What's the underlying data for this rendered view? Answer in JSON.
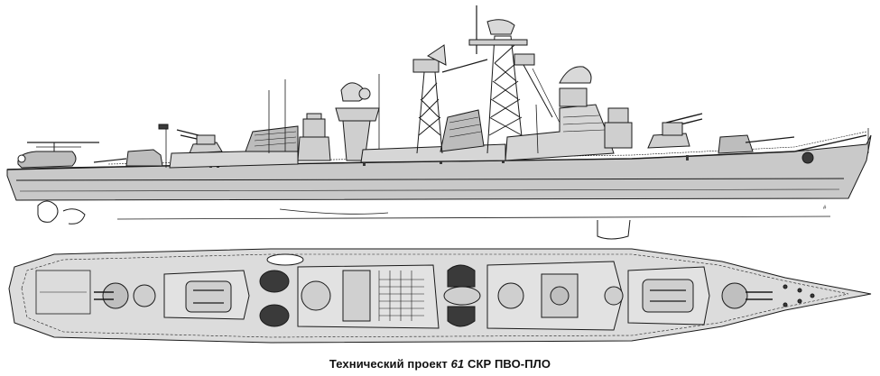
{
  "caption": {
    "prefix": "Технический проект",
    "number": "61",
    "suffix": "СКР ПВО-ПЛО"
  },
  "colors": {
    "hull": "#c9c9c9",
    "deck": "#dcdcdc",
    "line": "#1a1a1a",
    "dark": "#3a3a3a",
    "background": "#ffffff"
  }
}
